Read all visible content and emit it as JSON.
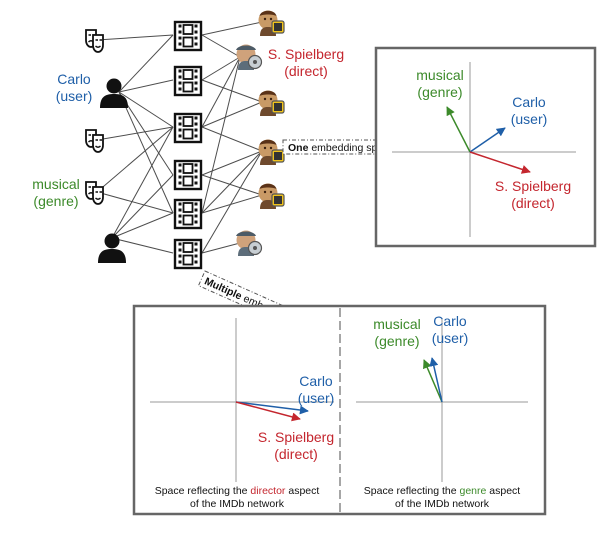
{
  "network": {
    "carlo": {
      "name": "Carlo",
      "role": "(user)"
    },
    "musical": {
      "name": "musical",
      "role": "(genre)"
    },
    "spielberg": {
      "name": "S. Spielberg",
      "role": "(direct)"
    }
  },
  "single_space": {
    "arrow_label_bold": "One",
    "arrow_label_rest": " embedding space",
    "musical": {
      "name": "musical",
      "role": "(genre)"
    },
    "carlo": {
      "name": "Carlo",
      "role": "(user)"
    },
    "spielberg": {
      "name": "S. Spielberg",
      "role": "(direct)"
    }
  },
  "multi_space": {
    "arrow_label_bold": "Multiple",
    "arrow_label_rest": " embedding spaces",
    "director_panel": {
      "carlo": {
        "name": "Carlo",
        "role": "(user)"
      },
      "spielberg": {
        "name": "S. Spielberg",
        "role": "(direct)"
      },
      "caption_pre": "Space reflecting the ",
      "caption_key": "director",
      "caption_post": " aspect",
      "caption_line2": "of the IMDb network"
    },
    "genre_panel": {
      "musical": {
        "name": "musical",
        "role": "(genre)"
      },
      "carlo": {
        "name": "Carlo",
        "role": "(user)"
      },
      "caption_pre": "Space reflecting the ",
      "caption_key": "genre",
      "caption_post": " aspect",
      "caption_line2": "of the IMDb network"
    }
  },
  "colors": {
    "user": "#1f5fa8",
    "genre": "#3c8a2a",
    "director": "#c4262e",
    "frame": "#666666",
    "axis": "#999999"
  }
}
